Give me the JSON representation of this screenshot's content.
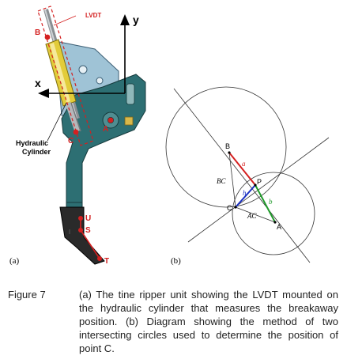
{
  "figure_a": {
    "panel_label": "(a)",
    "lvdt_label": "LVDT",
    "axis_y": "y",
    "axis_x": "x",
    "hydraulic_label_1": "Hydraulic",
    "hydraulic_label_2": "Cylinder",
    "points": {
      "B": "B",
      "C": "C",
      "A": "A",
      "U": "U",
      "S": "S",
      "T": "T"
    }
  },
  "figure_b": {
    "panel_label": "(b)",
    "labels": {
      "B": "B",
      "P": "P",
      "C": "C",
      "A": "A",
      "a": "a",
      "h": "h",
      "b": "b",
      "BC": "BC",
      "AC": "AC"
    }
  },
  "caption": {
    "number": "Figure 7",
    "text": "(a) The tine ripper unit showing the LVDT mounted on the hydraulic cylinder that measures the breakaway position. (b) Diagram showing the method of two intersecting circles used to determine the position of point C."
  }
}
